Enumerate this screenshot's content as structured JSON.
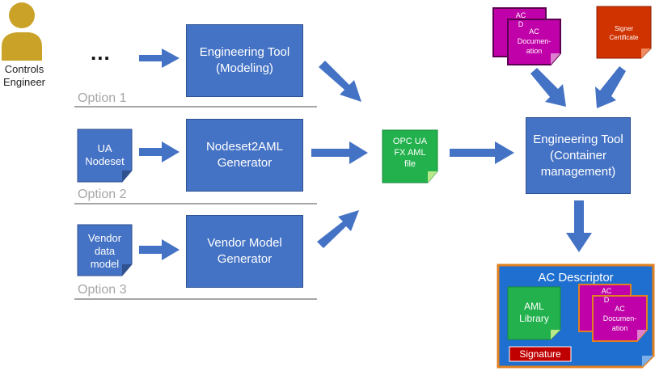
{
  "actor": {
    "label": "Controls\nEngineer",
    "ellipsis": "..."
  },
  "options": [
    {
      "label": "Option 1"
    },
    {
      "label": "Option 2"
    },
    {
      "label": "Option 3"
    }
  ],
  "process_boxes": {
    "eng_tool_modeling": "Engineering Tool\n(Modeling)",
    "nodeset2aml": "Nodeset2AML\nGenerator",
    "vendor_model_gen": "Vendor Model\nGenerator",
    "eng_tool_container": "Engineering Tool\n(Container\nmanagement)"
  },
  "documents": {
    "ua_nodeset": "UA\nNodeset",
    "vendor_data_model": "Vendor\ndata\nmodel",
    "opc_ua_fx_aml": "OPC UA\nFX AML\nfile",
    "ac_doc_back_top": "AC\nD",
    "ac_doc_front_top": "AC\nDocumen-\nation",
    "signer_certificate": "Signer\nCertificate"
  },
  "descriptor": {
    "title": "AC Descriptor",
    "aml_library": "AML\nLibrary",
    "ac_doc_back": "AC\nD",
    "ac_doc_front": "AC\nDocumen-\nation",
    "signature": "Signature"
  },
  "colors": {
    "process_blue": "#4472c4",
    "arrow_blue": "#4472c4",
    "actor_gold": "#c9a227",
    "opc_green": "#22b14c",
    "ac_doc_magenta": "#c000a8",
    "cert_red": "#d03200",
    "descriptor_blue": "#1f6fd0",
    "descriptor_border": "#e08020",
    "signature_red": "#c00000",
    "option_gray": "#a6a6a6"
  }
}
